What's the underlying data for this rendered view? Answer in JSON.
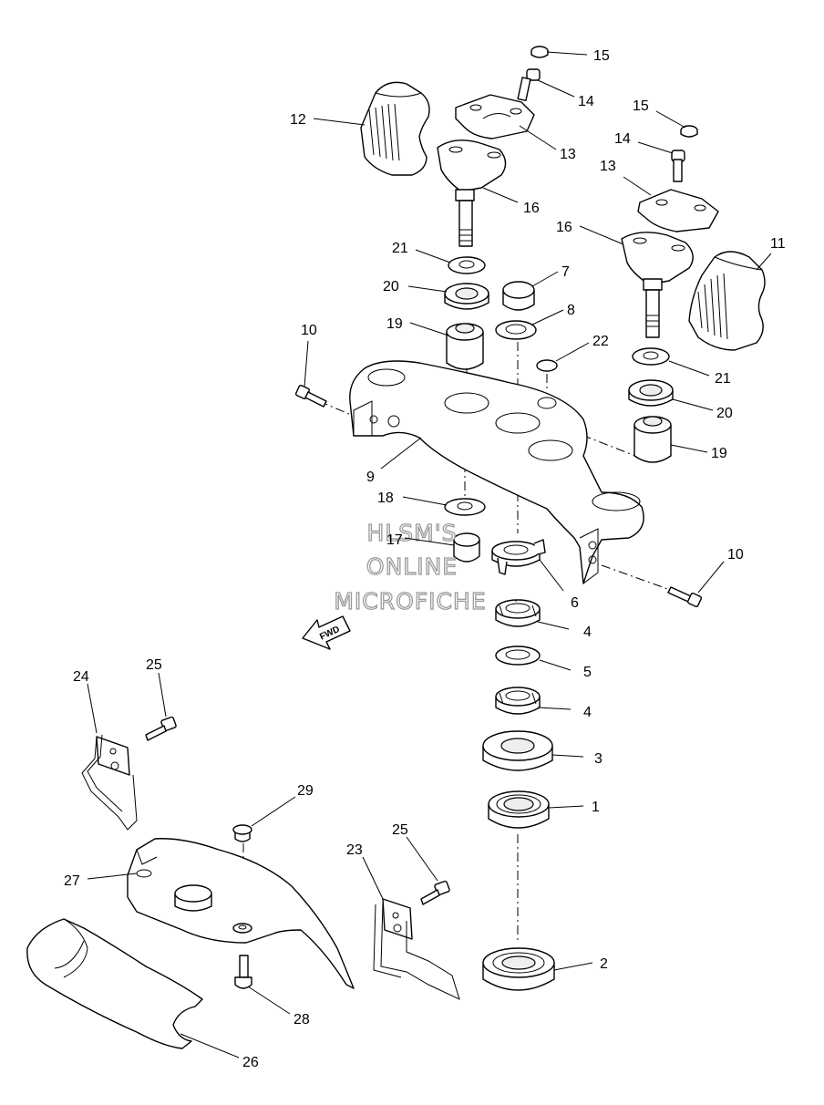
{
  "watermark": {
    "line1": "HLSM'S",
    "line2": "ONLINE",
    "line3": "MICROFICHE"
  },
  "fwd_label": "FWD",
  "callouts": [
    {
      "id": "c15a",
      "text": "15"
    },
    {
      "id": "c14a",
      "text": "14"
    },
    {
      "id": "c12",
      "text": "12"
    },
    {
      "id": "c13a",
      "text": "13"
    },
    {
      "id": "c15b",
      "text": "15"
    },
    {
      "id": "c14b",
      "text": "14"
    },
    {
      "id": "c13b",
      "text": "13"
    },
    {
      "id": "c16a",
      "text": "16"
    },
    {
      "id": "c16b",
      "text": "16"
    },
    {
      "id": "c11",
      "text": "11"
    },
    {
      "id": "c21a",
      "text": "21"
    },
    {
      "id": "c7",
      "text": "7"
    },
    {
      "id": "c20a",
      "text": "20"
    },
    {
      "id": "c8",
      "text": "8"
    },
    {
      "id": "c10a",
      "text": "10"
    },
    {
      "id": "c19a",
      "text": "19"
    },
    {
      "id": "c22",
      "text": "22"
    },
    {
      "id": "c21b",
      "text": "21"
    },
    {
      "id": "c20b",
      "text": "20"
    },
    {
      "id": "c19b",
      "text": "19"
    },
    {
      "id": "c9",
      "text": "9"
    },
    {
      "id": "c18",
      "text": "18"
    },
    {
      "id": "c17",
      "text": "17"
    },
    {
      "id": "c10b",
      "text": "10"
    },
    {
      "id": "c6",
      "text": "6"
    },
    {
      "id": "c4a",
      "text": "4"
    },
    {
      "id": "c5",
      "text": "5"
    },
    {
      "id": "c4b",
      "text": "4"
    },
    {
      "id": "c24",
      "text": "24"
    },
    {
      "id": "c25a",
      "text": "25"
    },
    {
      "id": "c3",
      "text": "3"
    },
    {
      "id": "c29",
      "text": "29"
    },
    {
      "id": "c1",
      "text": "1"
    },
    {
      "id": "c25b",
      "text": "25"
    },
    {
      "id": "c23",
      "text": "23"
    },
    {
      "id": "c27",
      "text": "27"
    },
    {
      "id": "c2",
      "text": "2"
    },
    {
      "id": "c28",
      "text": "28"
    },
    {
      "id": "c26",
      "text": "26"
    }
  ]
}
